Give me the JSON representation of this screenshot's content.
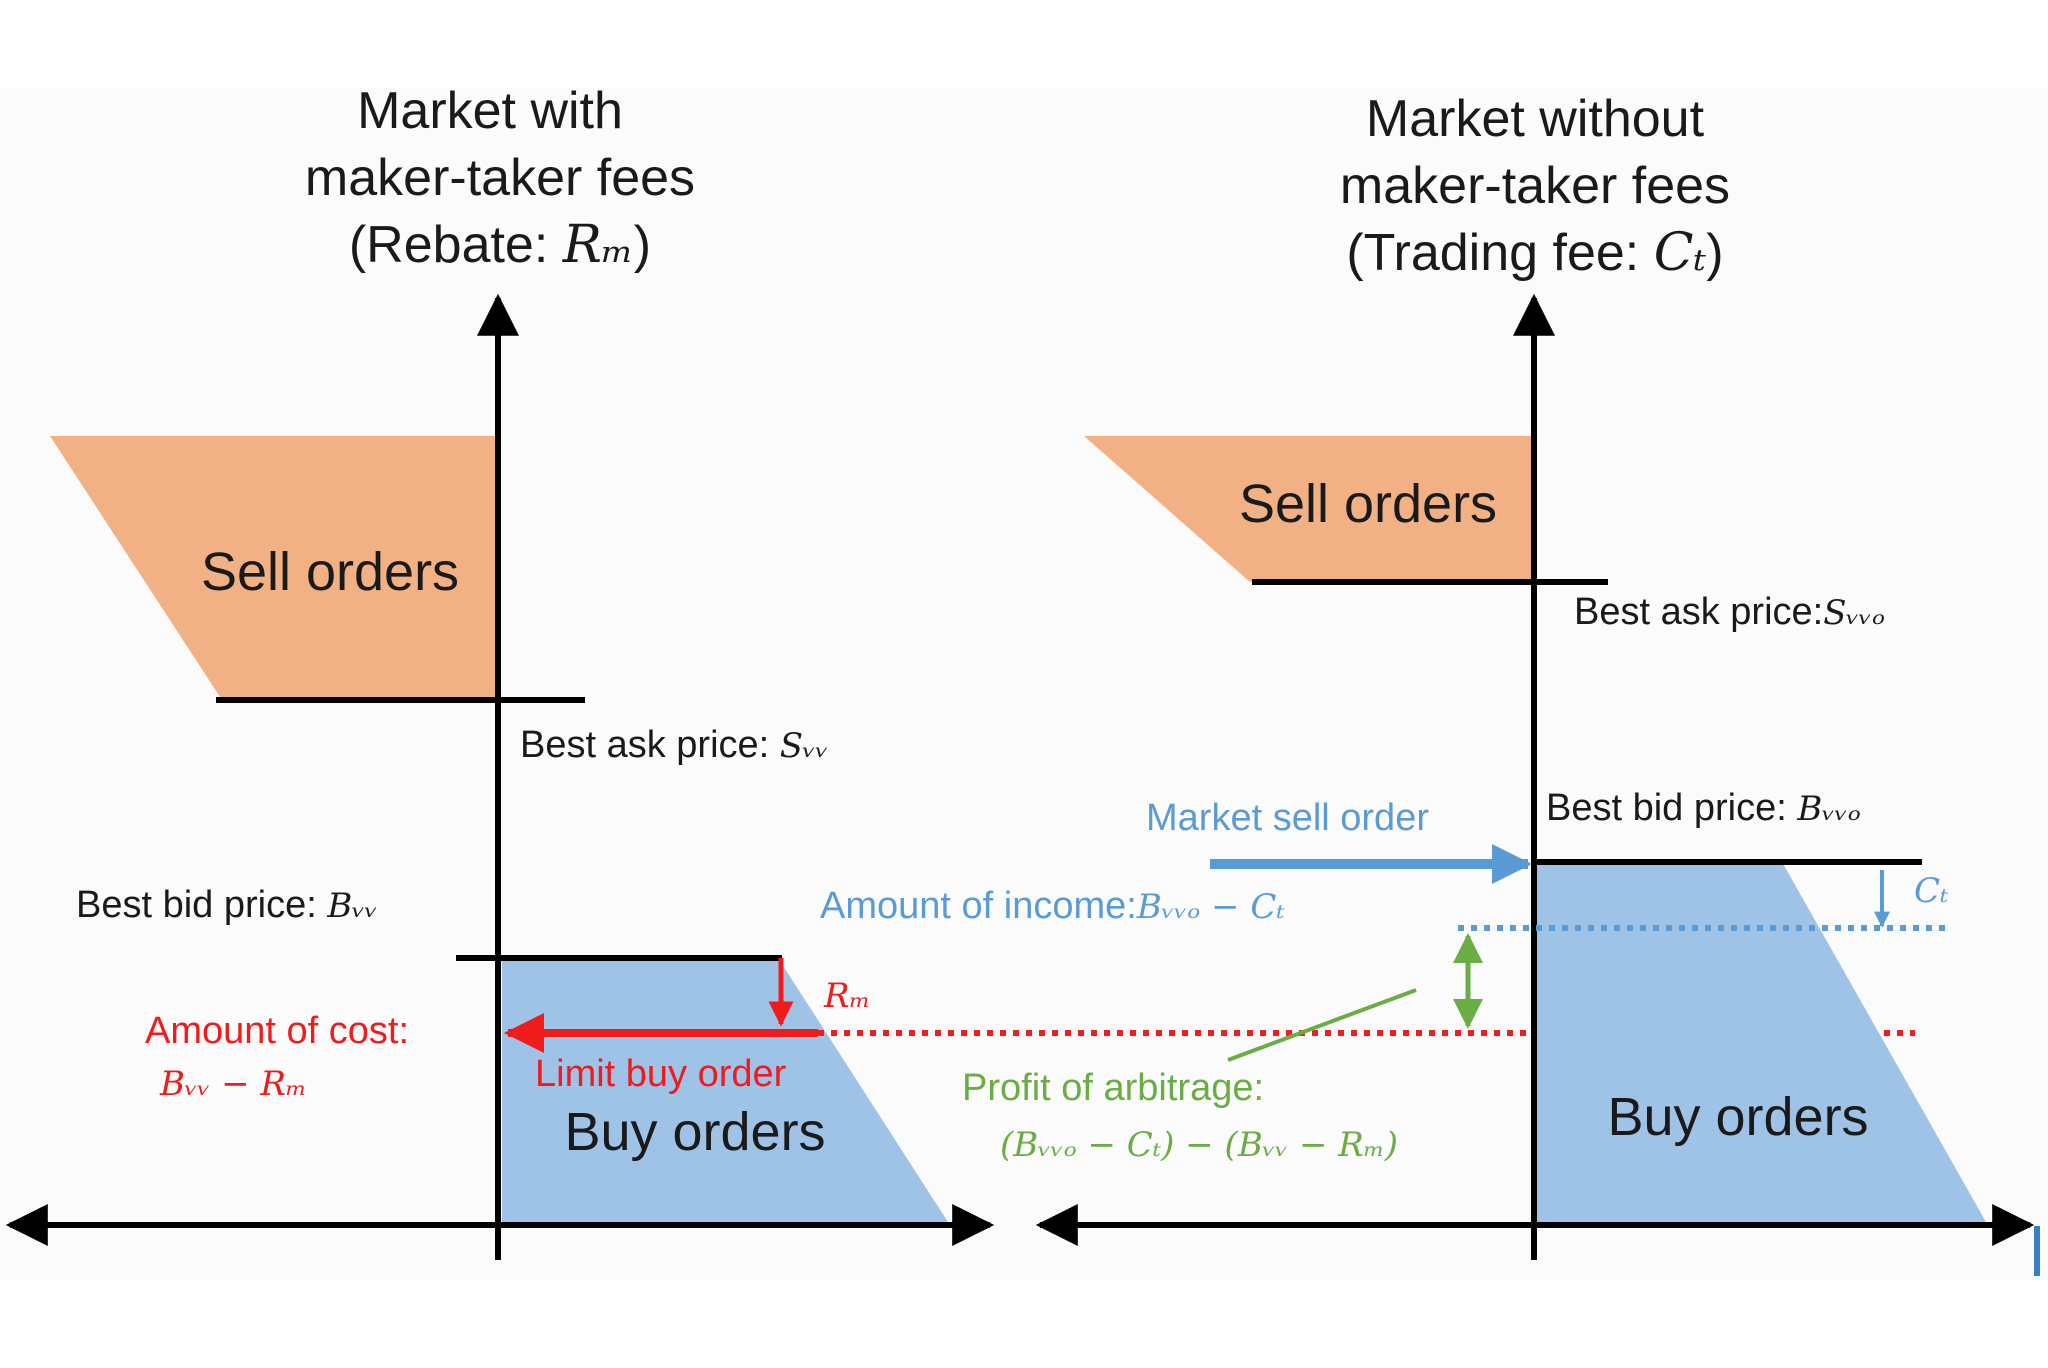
{
  "colors": {
    "sell": "#f2b184",
    "buy": "#9fc3e6",
    "cost": "#ee1c1c",
    "income": "#5b9bd5",
    "profit": "#6aad45",
    "axis": "#000000"
  },
  "left": {
    "title_line1": "Market with",
    "title_line2": "maker-taker fees",
    "title_line3_prefix": "(Rebate: ",
    "title_line3_symbol": "Rₘ",
    "title_line3_suffix": ")",
    "sell_label": "Sell orders",
    "buy_label": "Buy orders",
    "best_ask_text": "Best ask price: ",
    "best_ask_symbol": "Sᵥᵥ",
    "best_bid_text": "Best bid price: ",
    "best_bid_symbol": "Bᵥᵥ",
    "rebate_symbol": "Rₘ",
    "cost_text": "Amount of cost:",
    "cost_formula": "Bᵥᵥ − Rₘ",
    "limit_buy_text": "Limit buy order"
  },
  "right": {
    "title_line1": "Market without",
    "title_line2": "maker-taker fees",
    "title_line3_prefix": "(Trading fee: ",
    "title_line3_symbol": "Cₜ",
    "title_line3_suffix": ")",
    "sell_label": "Sell orders",
    "buy_label": "Buy orders",
    "best_ask_text": "Best ask price:",
    "best_ask_symbol": "Sᵥᵥₒ",
    "best_bid_text": "Best bid price: ",
    "best_bid_symbol": "Bᵥᵥₒ",
    "market_sell_text": "Market sell order",
    "income_text": "Amount of income:",
    "income_formula": "Bᵥᵥₒ − Cₜ",
    "fee_symbol": "Cₜ",
    "profit_text": "Profit of arbitrage:",
    "profit_formula": "(Bᵥᵥₒ − Cₜ) − (Bᵥᵥ − Rₘ)"
  }
}
